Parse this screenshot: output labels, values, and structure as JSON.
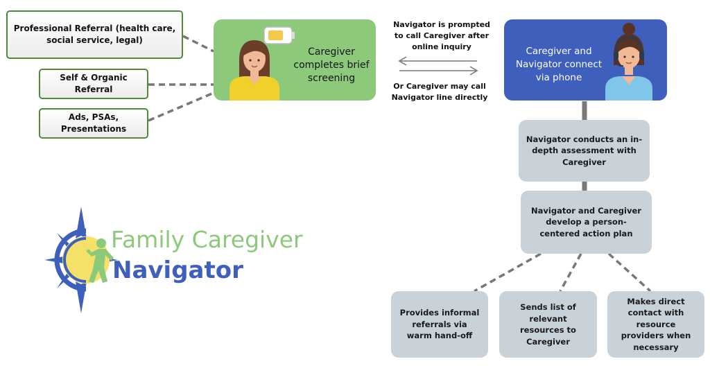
{
  "sources": [
    {
      "label": "Professional Referral (health care, social service, legal)"
    },
    {
      "label": "Self & Organic Referral"
    },
    {
      "label": "Ads, PSAs, Presentations"
    }
  ],
  "caregiver_card": {
    "text": "Caregiver completes brief screening"
  },
  "navigator_card": {
    "text": "Caregiver and Navigator connect via phone"
  },
  "notes": {
    "top": "Navigator is prompted to call Caregiver after online inquiry",
    "bottom": "Or Caregiver may call Navigator line directly"
  },
  "steps": [
    {
      "label": "Navigator conducts an in-depth assessment with Caregiver"
    },
    {
      "label": "Navigator and Caregiver develop a person-centered action plan"
    }
  ],
  "outcomes": [
    {
      "label": "Provides informal referrals via warm hand-off"
    },
    {
      "label": "Sends list of relevant resources to Caregiver"
    },
    {
      "label": "Makes direct contact with resource providers when necessary"
    }
  ],
  "logo": {
    "line1": "Family Caregiver",
    "line2": "Navigator"
  },
  "colors": {
    "green": "#8cc97a",
    "blue": "#3f5fbd",
    "gray": "#c9d1d9",
    "dark_green": "#4f8a3c",
    "connector": "#777777"
  }
}
